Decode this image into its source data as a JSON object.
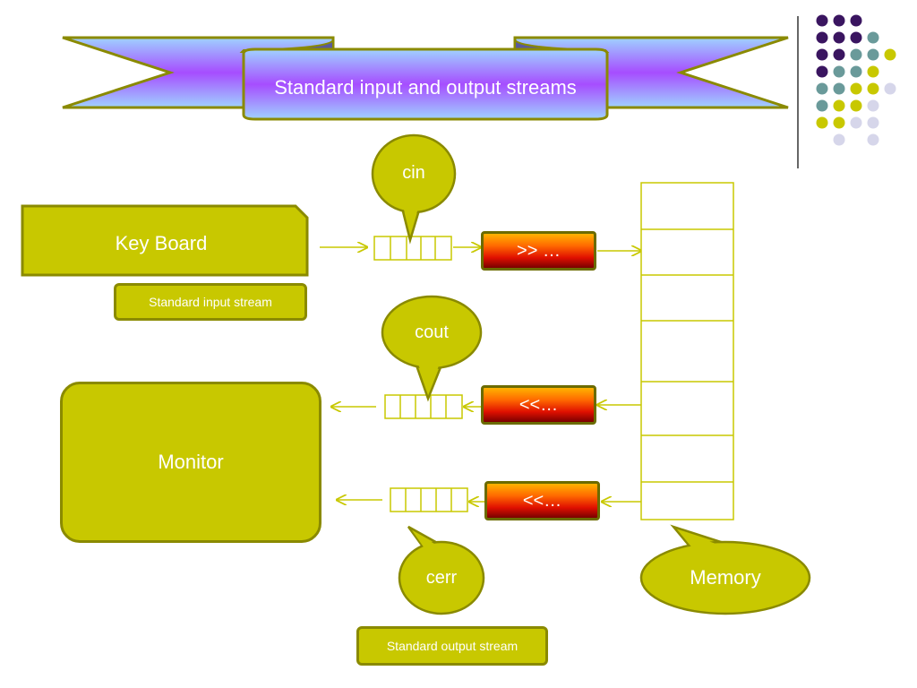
{
  "title": "Standard input and output streams",
  "keyboard": "Key Board",
  "monitor": "Monitor",
  "memory": "Memory",
  "input_stream_label": "Standard input stream",
  "output_stream_label": "Standard output stream",
  "callouts": {
    "cin": "cin",
    "cout": "cout",
    "cerr": "cerr"
  },
  "operators": {
    "extract": ">> …",
    "insert_1": "<<…",
    "insert_2": "<<…"
  },
  "colors": {
    "olive": "#c8c800",
    "olive_border": "#8a8a00",
    "banner_top": "#9fd2ff",
    "banner_mid": "#a64dff",
    "dot_purple": "#3a1560",
    "dot_teal": "#6a9a9a",
    "dot_lime": "#c8c800",
    "dot_lavender": "#d6d6ea"
  }
}
